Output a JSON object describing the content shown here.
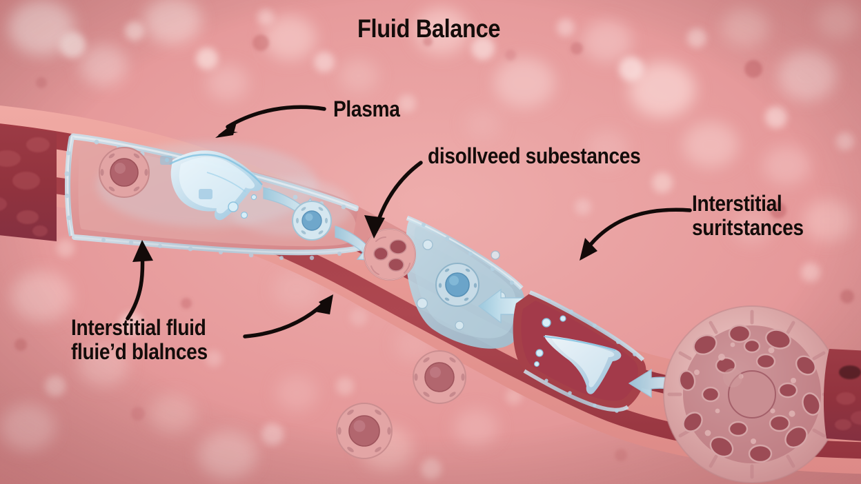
{
  "figure": {
    "title": "Fluid Balance",
    "domain_type": "medical-illustration",
    "subject": "blood vessel capillary cross-section showing fluid exchange"
  },
  "labels": {
    "plasma": "Plasma",
    "dissolved_substances": "disollveed subestances",
    "interstitial_substances_line1": "Interstitial",
    "interstitial_substances_line2": "suritstances",
    "interstitial_fluid_line1": "Interstitial fluid",
    "interstitial_fluid_line2": "fluie’d blalnces"
  },
  "colors": {
    "background_pink": "#e8999b",
    "background_pink_light": "#f2bdbd",
    "bokeh_light": "#f7d3d2",
    "vessel_outer_wall": "#e99a96",
    "vessel_dark_red": "#a33b45",
    "vessel_deep_red": "#8e2f3c",
    "lumen_pink": "#dd8f90",
    "lumen_light": "#e7aaa8",
    "endothelium_blue": "#bcd5e4",
    "water_blue": "#9fc9e0",
    "water_highlight": "#e8f4fb",
    "arrow_black": "#120a09",
    "cell_pink": "#e3a3a4",
    "cell_nucleus": "#a64a51",
    "blue_cell": "#a9cadd",
    "blue_cell_nucleus": "#5d9cc4",
    "text_black": "#140c0a",
    "flow_arrow_blue": "#b8dae9"
  },
  "elements": {
    "vessel_segments": [
      "left-chamber-dark-red",
      "upper-left-lumen-with-plasma",
      "mid-lumen-with-cells",
      "blue-fluid-cell-compartment",
      "right-chamber-with-water-splash",
      "far-right-cell-cluster"
    ],
    "free_cells_count": 2,
    "flow_arrows_count": 4,
    "leader_arrows_count": 5
  }
}
